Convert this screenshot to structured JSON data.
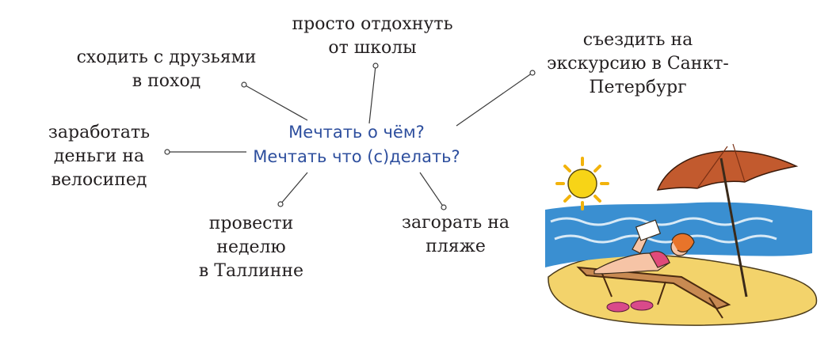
{
  "center": {
    "line1": "Мечтать о чём?",
    "line2": "Мечтать что (с)делать?",
    "color": "#2e4f9e"
  },
  "nodes": {
    "top": {
      "lines": [
        "просто отдохнуть",
        "от школы"
      ]
    },
    "top_left": {
      "lines": [
        "сходить с друзьями",
        "в поход"
      ]
    },
    "left": {
      "lines": [
        "заработать",
        "деньги на",
        "велосипед"
      ]
    },
    "bottom_left": {
      "lines": [
        "провести",
        "неделю",
        "в Таллинне"
      ]
    },
    "bottom_right": {
      "lines": [
        "загорать на",
        "пляже"
      ]
    },
    "top_right": {
      "lines": [
        "съездить на",
        "экскурсию в Санкт-",
        "Петербург"
      ]
    }
  },
  "illustration": {
    "subject": "beach-scene",
    "colors": {
      "sun": "#f7d417",
      "sea": "#3a8fd1",
      "sand": "#f3d36b",
      "umbrella": "#c25a2e"
    }
  }
}
